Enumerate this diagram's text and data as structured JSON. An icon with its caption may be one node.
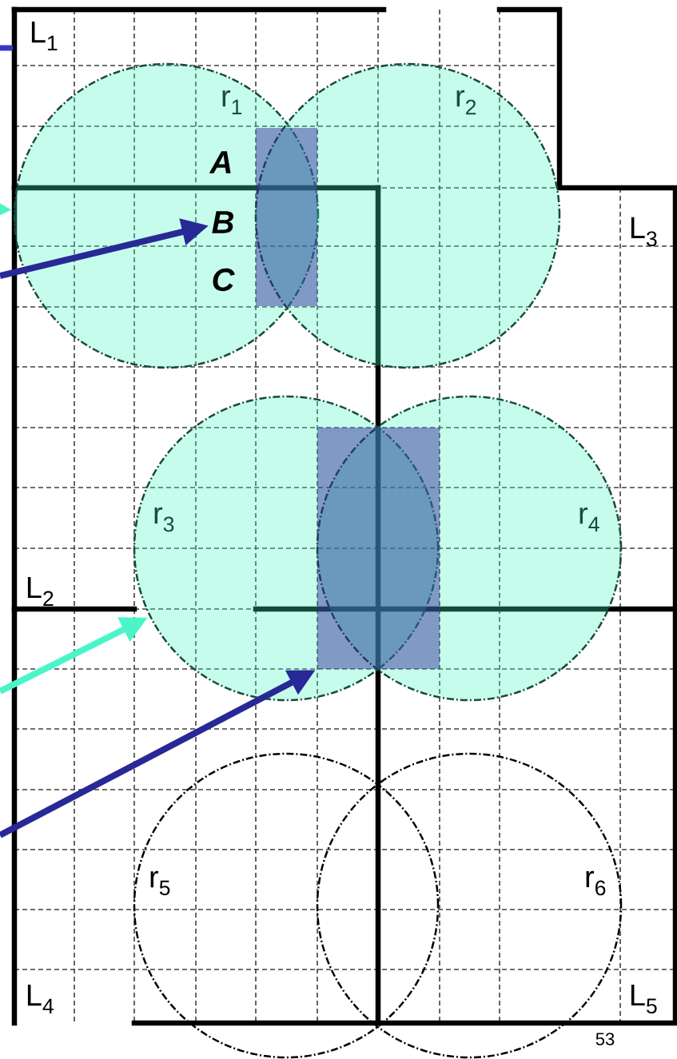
{
  "diagram": {
    "nodes": [
      {
        "text": [
          "r$_{1}$"
        ]
      },
      {
        "text": [
          "r$_{2}$"
        ]
      },
      {
        "text": [
          "A"
        ],
        "in": 0
      },
      {
        "text": [
          "B"
        ],
        "in": 0
      },
      {
        "text": [
          "C"
        ],
        "in": 0
      },
      {
        "text": [],
        "shape": "box"
      },
      {
        "text": [
          "r$_{3}$"
        ]
      },
      {
        "text": [
          "r$_{4}$"
        ]
      },
      {
        "text": [],
        "shape": "box"
      },
      {
        "text": [
          "r$_{5}$"
        ]
      },
      {
        "text": [
          "r$_{6}$"
        ]
      }
    ],
    "edges": [
      {
        "from": null,
        "to": 0,
        "arrow": "to",
        "color": "#4af5c8"
      },
      {
        "from": null,
        "to": 3,
        "arrow": "to"
      },
      {
        "from": null,
        "to": 6,
        "arrow": "to",
        "color": "#4af5c8"
      },
      {
        "from": null,
        "to": 8,
        "arrow": "to"
      }
    ],
    "labels": [
      "L$_{1}$",
      "L$_{3}$",
      "L$_{2}$",
      "L$_{4}$",
      "L$_{5}$",
      "53"
    ]
  }
}
